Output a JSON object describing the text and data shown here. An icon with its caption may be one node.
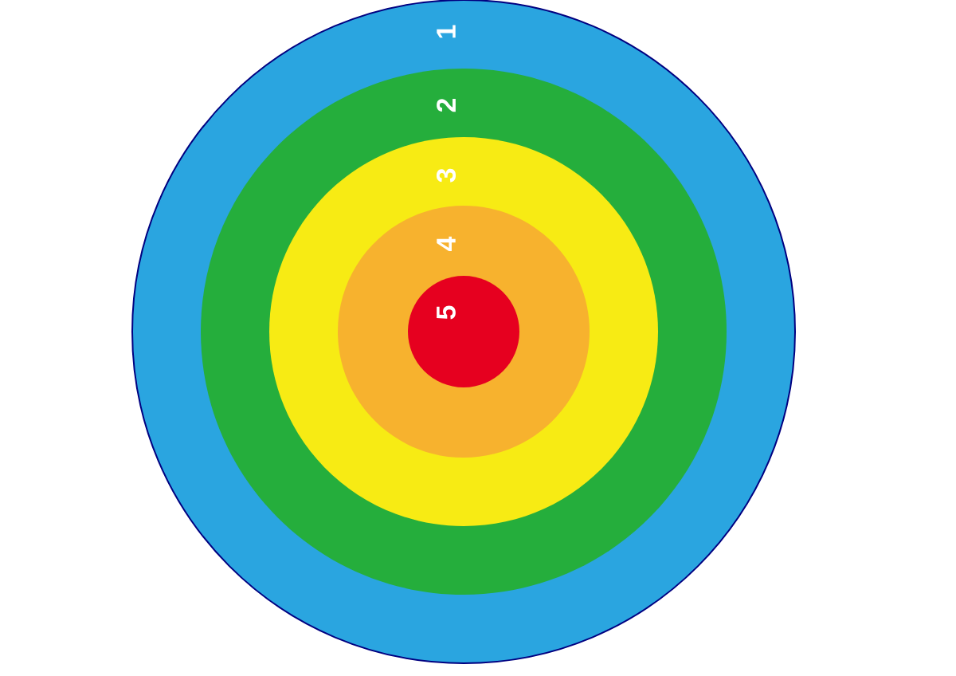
{
  "diagram": {
    "nodes": [
      {
        "text": [
          "1"
        ]
      },
      {
        "text": [
          "2"
        ],
        "in": 0
      },
      {
        "text": [
          "3"
        ],
        "in": 1
      },
      {
        "text": [
          "4"
        ],
        "in": 2
      },
      {
        "text": [
          "5"
        ],
        "in": 3
      }
    ]
  }
}
